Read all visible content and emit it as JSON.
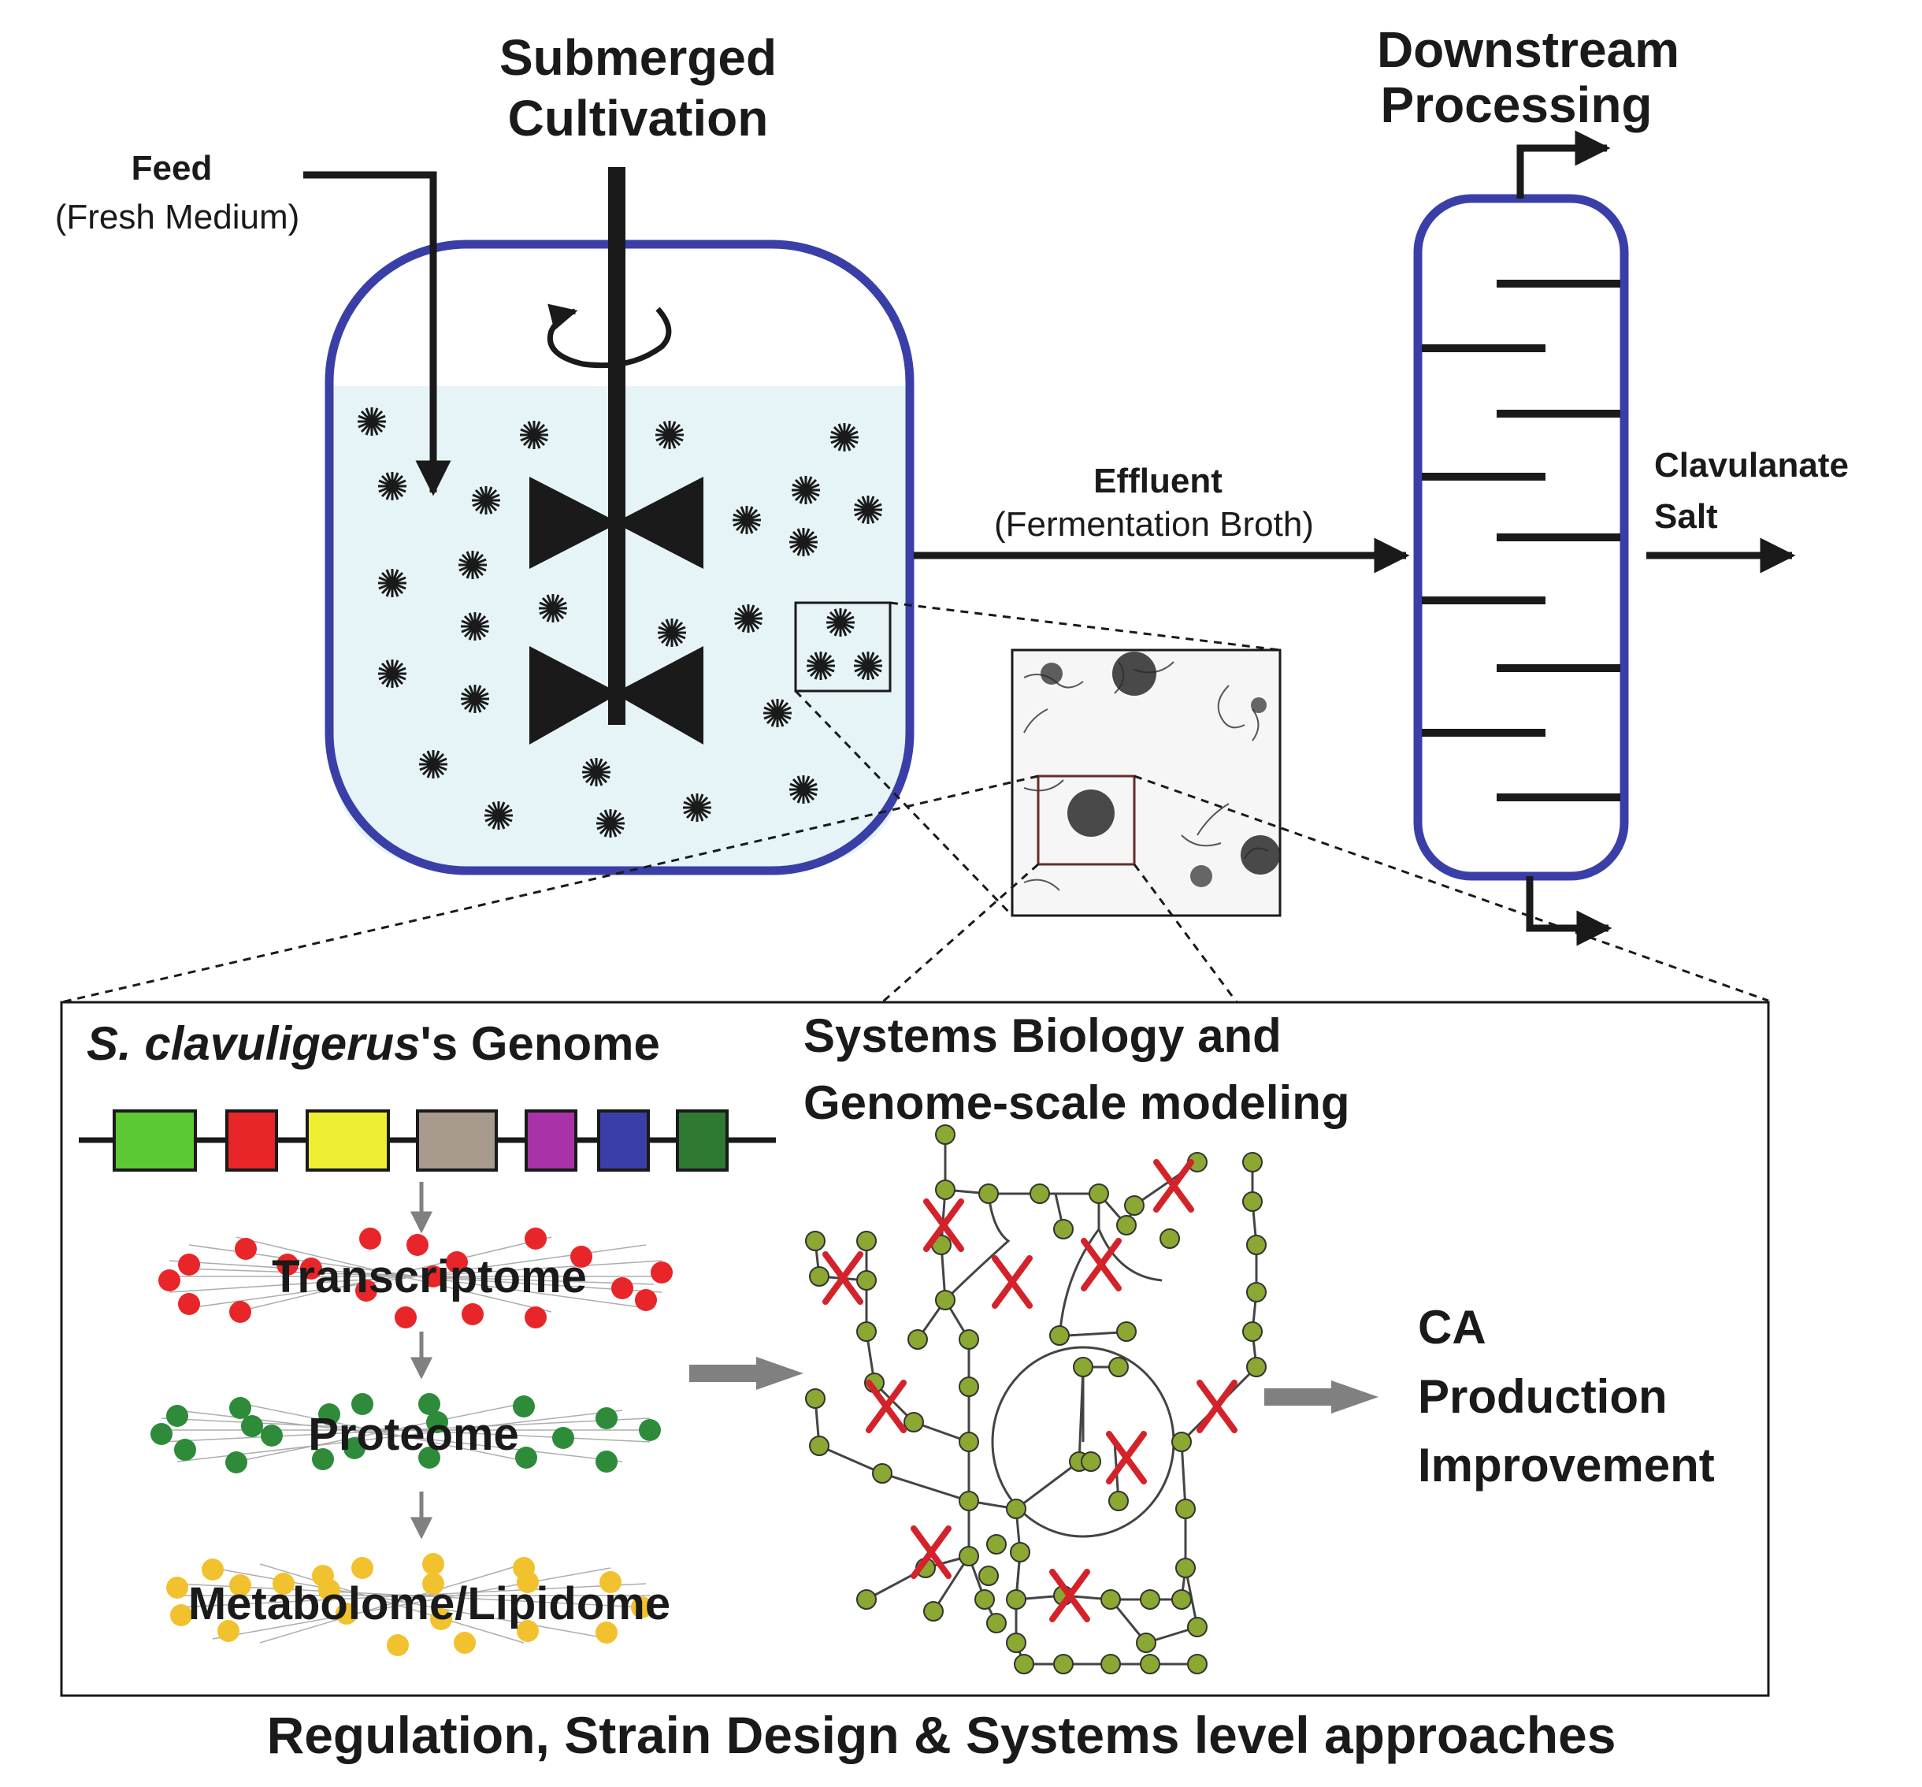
{
  "labels": {
    "submerged_cultivation_1": "Submerged",
    "submerged_cultivation_2": "Cultivation",
    "downstream_1": "Downstream",
    "downstream_2": "Processing",
    "feed": "Feed",
    "fresh_medium": "(Fresh Medium)",
    "effluent": "Effluent",
    "fermentation_broth": "(Fermentation Broth)",
    "clavulanate_1": "Clavulanate",
    "clavulanate_2": "Salt",
    "genome_species": "S. clavuligerus",
    "genome_suffix": "'s Genome",
    "systems_biology_1": "Systems Biology and",
    "systems_biology_2": "Genome-scale modeling",
    "transcriptome": "Transcriptome",
    "proteome": "Proteome",
    "metabolome": "Metabolome/Lipidome",
    "ca_1": "CA",
    "ca_2": "Production",
    "ca_3": "Improvement",
    "footer": "Regulation, Strain Design & Systems level approaches"
  },
  "colors": {
    "vessel_outline": "#3a3fa8",
    "broth_fill": "#e6f4f8",
    "transcriptome_nodes": "#e8262a",
    "proteome_nodes": "#2e8b3a",
    "metabolome_nodes": "#f2c12e",
    "network_nodes": "#8aa832",
    "knockout_mark": "#d4222a",
    "flow_arrow_gray": "#808080",
    "gene_blocks": [
      "#5cc832",
      "#e8262a",
      "#eeee32",
      "#a89a8c",
      "#a832a8",
      "#3a3fa8",
      "#2e7a32"
    ]
  }
}
